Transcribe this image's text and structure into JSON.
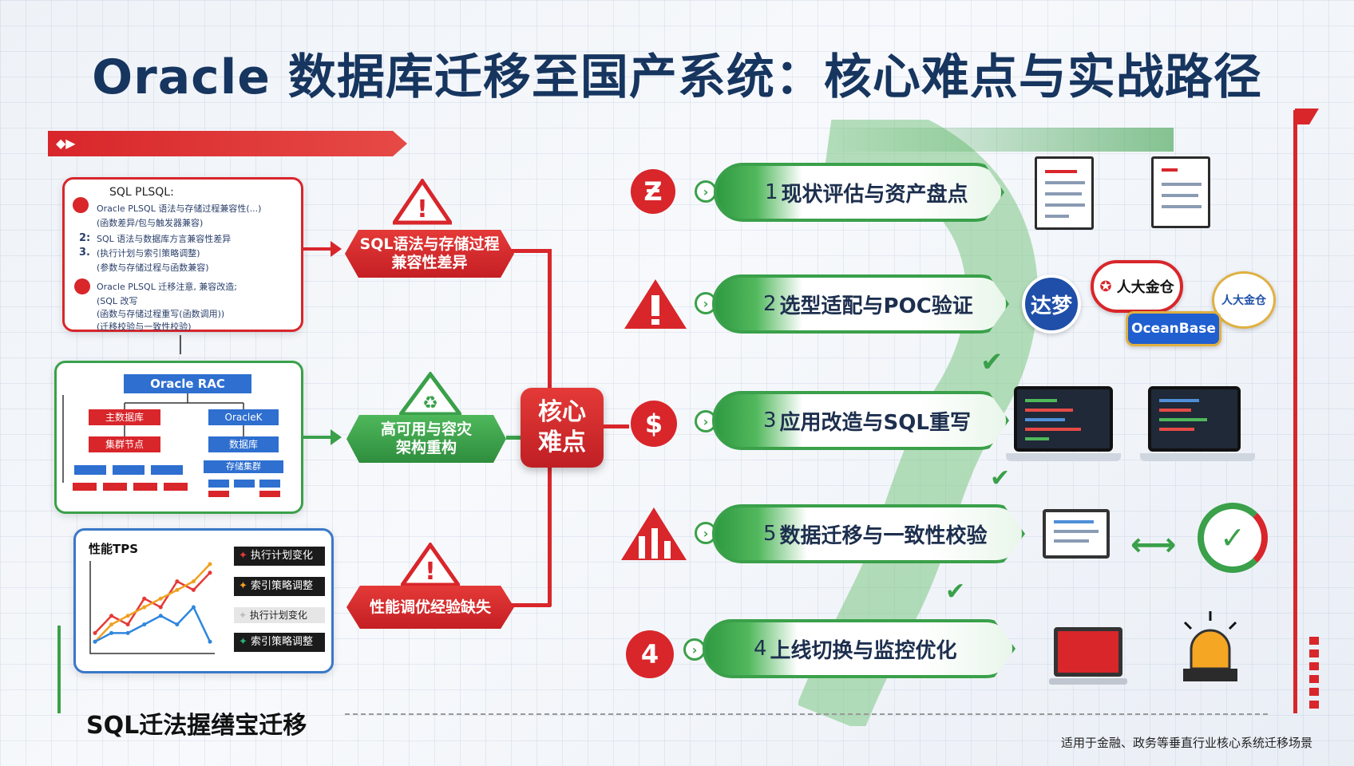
{
  "title": "Oracle 数据库迁移至国产系统：核心难点与实战路径",
  "core": {
    "label_1": "核心",
    "label_2": "难点"
  },
  "difficulties": [
    {
      "line1": "SQL语法与存储过程",
      "line2": "兼容性差异"
    },
    {
      "line1": "高可用与容灾",
      "line2": "架构重构"
    },
    {
      "line1": "性能调优经验缺失",
      "line2": ""
    }
  ],
  "panel_sql": {
    "header": "SQL PLSQL:",
    "lines": [
      "Oracle PLSQL 语法与存储过程兼容性(...)",
      "(函数差异/包与触发器兼容)",
      "SQL 语法与数据库方言兼容性差异",
      "(执行计划与索引策略调整)",
      "(参数与存储过程与函数兼容)",
      "Oracle PLSQL 迁移注意, 兼容改造;",
      "(SQL 改写",
      "(函数与存储过程重写(函数调用))",
      "(迁移校验与一致性校验)"
    ],
    "nums": [
      "2:",
      "3."
    ]
  },
  "panel_rac": {
    "top": "Oracle RAC",
    "left_1": "主数据库",
    "left_2": "集群节点",
    "right_1": "OracleK",
    "right_2": "数据库",
    "right_3": "存储集群"
  },
  "panel_perf": {
    "chart_label": "性能TPS",
    "legend": [
      "执行计划变化",
      "索引策略调整",
      "执行计划变化",
      "索引策略调整"
    ]
  },
  "chart_data": {
    "type": "line",
    "title": "性能TPS",
    "series": [
      {
        "values": [
          2,
          4,
          3,
          6,
          5,
          8,
          7,
          9
        ]
      },
      {
        "values": [
          1,
          3,
          4,
          5,
          6,
          7,
          8,
          10
        ]
      },
      {
        "values": [
          1,
          2,
          2,
          3,
          4,
          3,
          5,
          1
        ]
      }
    ],
    "colors": [
      "#e53935",
      "#f0a020",
      "#2e86de"
    ]
  },
  "steps": [
    {
      "num": "1",
      "label": "现状评估与资产盘点"
    },
    {
      "num": "2",
      "label": "选型适配与POC验证"
    },
    {
      "num": "3",
      "label": "应用改造与SQL重写"
    },
    {
      "num": "5",
      "label": "数据迁移与一致性校验"
    },
    {
      "num": "4",
      "label": "上线切换与监控优化"
    }
  ],
  "vendors": {
    "dameng": "达梦",
    "kingbase_1": "人大金仓",
    "kingbase_2": "人大金仓",
    "oceanbase": "OceanBase"
  },
  "bottom_label": "SQL迁法握缮宝迁移",
  "footer": "适用于金融、政务等垂直行业核心系统迁移场景",
  "colors": {
    "red": "#d8262b",
    "green": "#3aa04a",
    "navy": "#16355f",
    "blue": "#3a78c8"
  }
}
